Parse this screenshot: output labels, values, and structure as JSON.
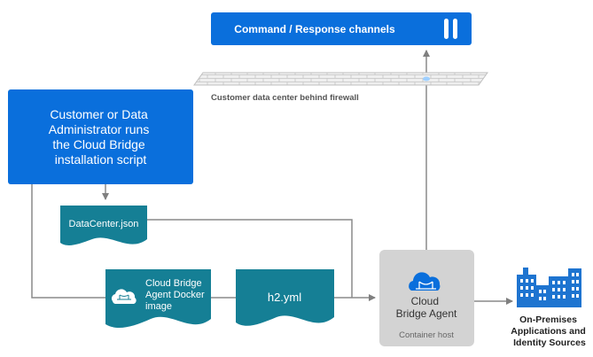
{
  "command_box": {
    "label": "Command / Response channels"
  },
  "firewall": {
    "label": "Customer data center behind firewall"
  },
  "admin_box": {
    "lines": [
      "Customer or Data",
      "Administrator runs",
      "the Cloud Bridge",
      "installation script"
    ]
  },
  "datacenter_doc": {
    "label": "DataCenter.json"
  },
  "docker_doc": {
    "lines": [
      "Cloud Bridge",
      "Agent Docker",
      "image"
    ]
  },
  "h2_doc": {
    "label": "h2.yml"
  },
  "container": {
    "title_lines": [
      "Cloud",
      "Bridge Agent"
    ],
    "host_label": "Container host"
  },
  "onprem": {
    "lines": [
      "On-Premises",
      "Applications and",
      "Identity Sources"
    ]
  },
  "colors": {
    "primary_blue": "#0a6fdc",
    "teal": "#157f95",
    "container_gray": "#d3d3d3",
    "arrow_gray": "#7f7f7f",
    "building_blue": "#1e74d0"
  },
  "icons": [
    "pause-icon",
    "cloud-bridge-icon",
    "buildings-icon",
    "firewall-wall-icon"
  ]
}
